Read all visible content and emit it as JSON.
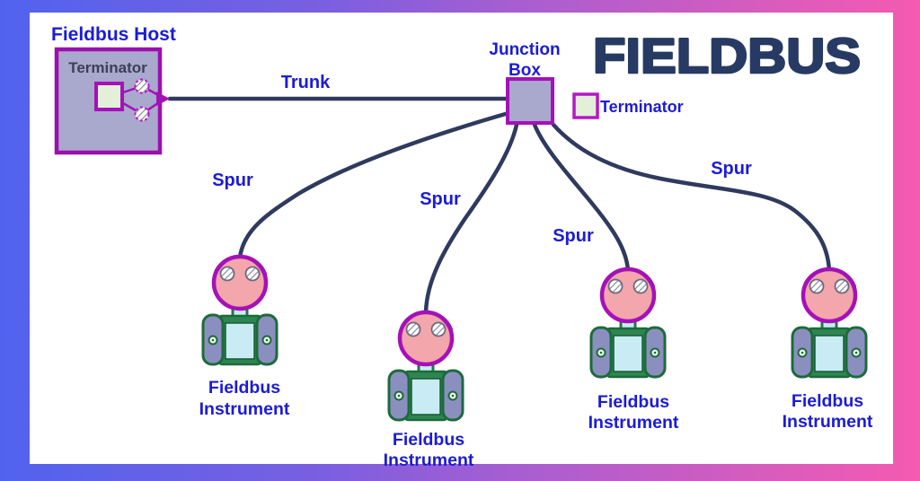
{
  "logo": {
    "text": "FIELDBUS",
    "color": "#273a64"
  },
  "host": {
    "label": "Fieldbus Host",
    "terminator_label": "Terminator"
  },
  "trunk": {
    "label": "Trunk"
  },
  "junction": {
    "label_line1": "Junction",
    "label_line2": "Box",
    "terminator_label": "Terminator"
  },
  "spur_labels": [
    "Spur",
    "Spur",
    "Spur",
    "Spur"
  ],
  "instruments": [
    {
      "label_line1": "Fieldbus",
      "label_line2": "Instrument"
    },
    {
      "label_line1": "Fieldbus",
      "label_line2": "Instrument"
    },
    {
      "label_line1": "Fieldbus",
      "label_line2": "Instrument"
    },
    {
      "label_line1": "Fieldbus",
      "label_line2": "Instrument"
    }
  ],
  "icons": {
    "host-box": "large purple square enclosure",
    "terminator-square": "small square with light green fill and magenta border",
    "hatched-connector-circle": "small circle with diagonal hatching",
    "junction-box": "purple square node",
    "fieldbus-instrument": "pink round transmitter head on green valve body"
  },
  "colors": {
    "frame_gradient_left": "#5163ee",
    "frame_gradient_mid": "#a55ed2",
    "frame_gradient_right": "#f65ab1",
    "canvas": "#ffffff",
    "label_blue": "#1b1bd8",
    "wire_navy": "#2e3a5e",
    "magenta_border": "#a511b8",
    "box_lavender_fill": "#a9a8cd",
    "terminator_green_fill": "#e2f0d9",
    "instrument_pink": "#f3a6ab",
    "instrument_green": "#2e8552",
    "instrument_flange": "#8b8fc0",
    "instrument_display": "#c9ecf4",
    "logo_navy": "#273a64",
    "host_terminator_text": "#3e3e55"
  }
}
